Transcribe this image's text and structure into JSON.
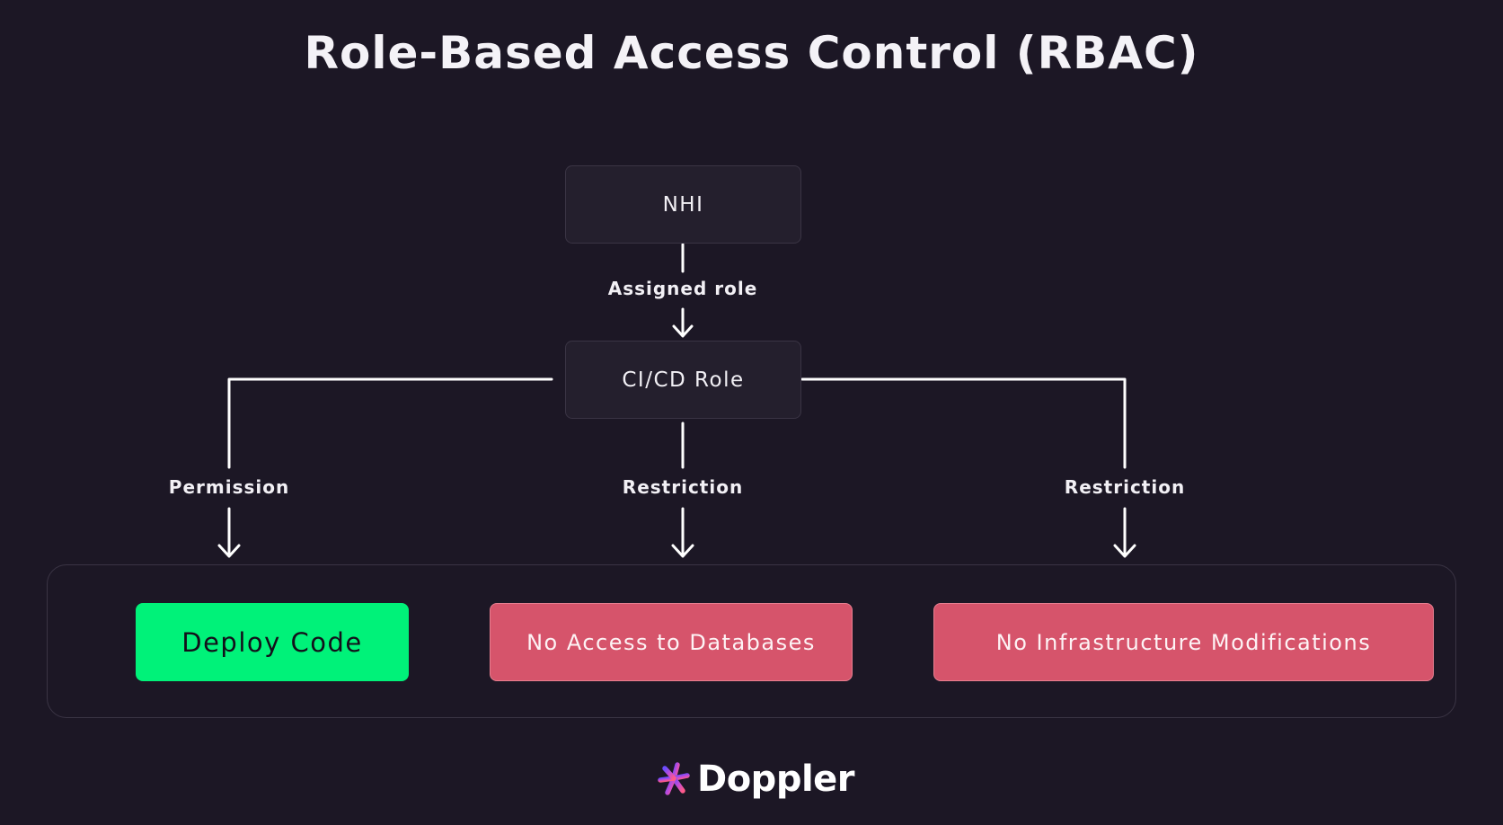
{
  "title": "Role-Based Access Control (RBAC)",
  "nodes": {
    "nhi": "NHI",
    "role": "CI/CD Role"
  },
  "edges": {
    "assigned": "Assigned role",
    "permission": "Permission",
    "restriction_center": "Restriction",
    "restriction_right": "Restriction"
  },
  "outcomes": {
    "deploy": "Deploy Code",
    "no_db": "No Access to Databases",
    "no_infra": "No Infrastructure Modifications"
  },
  "brand": {
    "name": "Doppler",
    "logo_icon": "doppler-star-icon"
  },
  "colors": {
    "background": "#1c1725",
    "permission": "#00f279",
    "restriction": "#d6546b"
  }
}
